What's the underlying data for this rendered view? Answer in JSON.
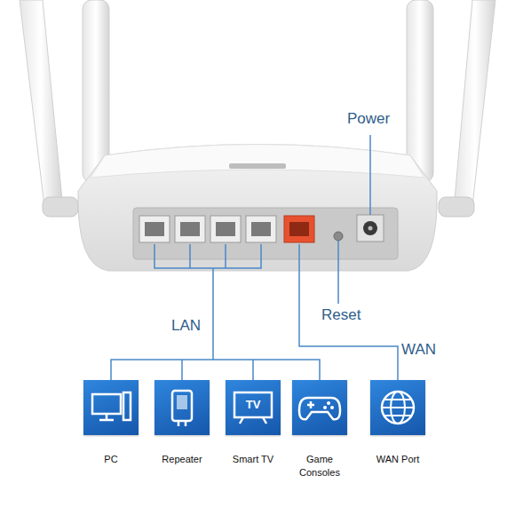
{
  "diagram": {
    "nodes": [
      {
        "text": [
          "PC"
        ]
      },
      {
        "text": [
          "Repeater"
        ]
      },
      {
        "text": [
          "Smart TV"
        ]
      },
      {
        "text": [
          "Game Consoles"
        ]
      },
      {
        "text": [
          "WAN Port"
        ]
      }
    ],
    "labels": [
      "Power",
      "Reset",
      "LAN",
      "WAN",
      "TV"
    ]
  }
}
